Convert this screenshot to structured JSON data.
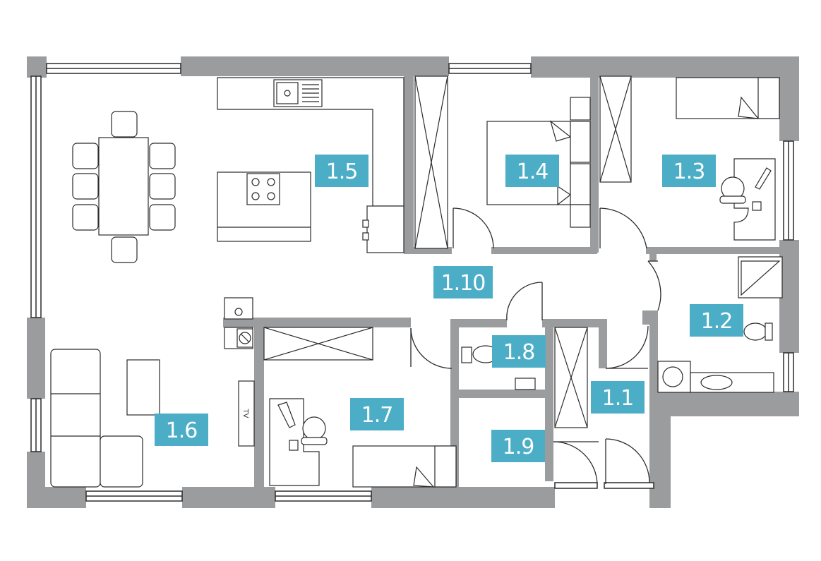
{
  "colors": {
    "wall": "#9b9c9e",
    "label_bg": "#4baec6",
    "label_text": "#ffffff",
    "line": "#2b2b2b"
  },
  "rooms": [
    {
      "id": "r-1-1",
      "label": "1.1"
    },
    {
      "id": "r-1-2",
      "label": "1.2"
    },
    {
      "id": "r-1-3",
      "label": "1.3"
    },
    {
      "id": "r-1-4",
      "label": "1.4"
    },
    {
      "id": "r-1-5",
      "label": "1.5"
    },
    {
      "id": "r-1-6",
      "label": "1.6"
    },
    {
      "id": "r-1-7",
      "label": "1.7"
    },
    {
      "id": "r-1-8",
      "label": "1.8"
    },
    {
      "id": "r-1-9",
      "label": "1.9"
    },
    {
      "id": "r-1-10",
      "label": "1.10"
    }
  ],
  "fixture_text": {
    "tv_mark": "TV"
  }
}
